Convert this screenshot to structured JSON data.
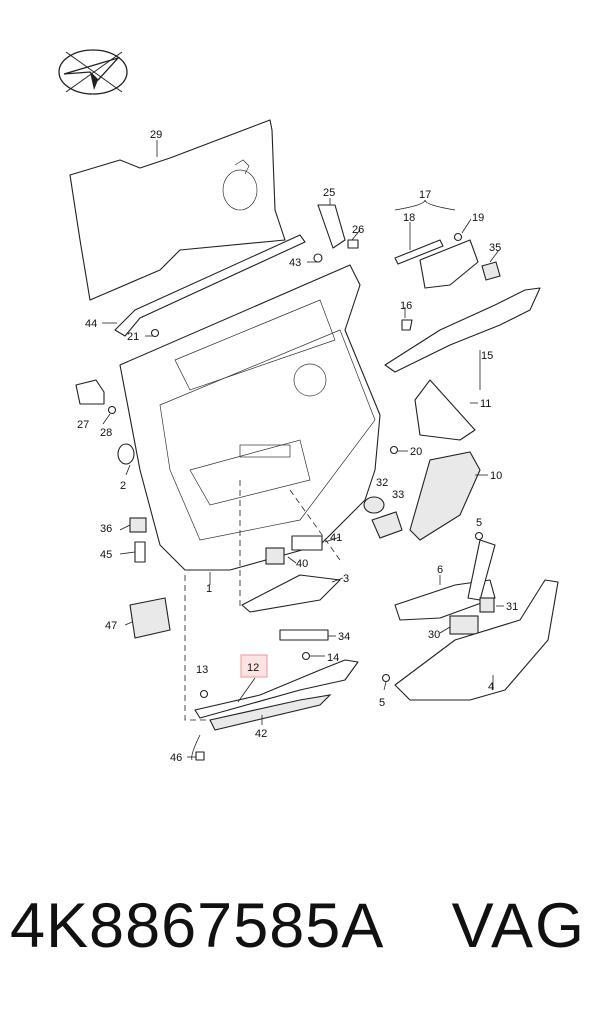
{
  "diagram": {
    "callouts": [
      "29",
      "25",
      "26",
      "17",
      "18",
      "19",
      "35",
      "43",
      "44",
      "21",
      "16",
      "15",
      "11",
      "27",
      "28",
      "20",
      "2",
      "10",
      "32",
      "33",
      "36",
      "45",
      "41",
      "40",
      "5",
      "6",
      "31",
      "30",
      "3",
      "1",
      "47",
      "34",
      "13",
      "12",
      "14",
      "4",
      "5",
      "42",
      "46"
    ],
    "highlighted_callout": "12",
    "highlight_color": "#f4a6a6"
  },
  "footer": {
    "part_number": "4K8867585A",
    "brand": "VAG"
  }
}
